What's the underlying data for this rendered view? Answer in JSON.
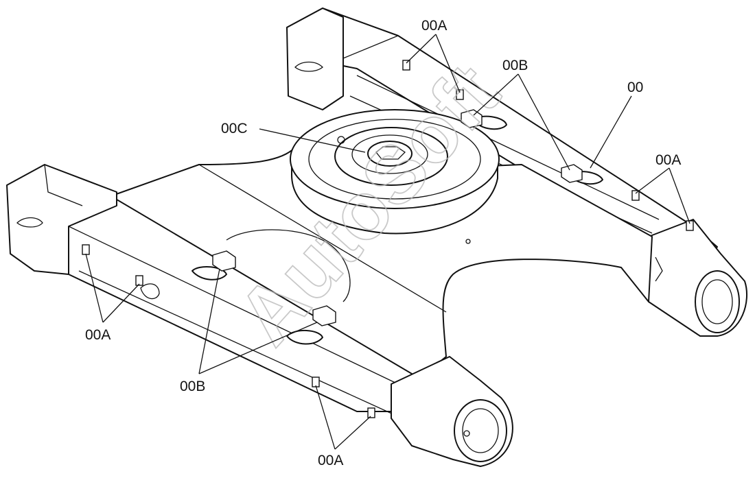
{
  "callouts": {
    "frame": "00",
    "bracket_a": "00A",
    "bracket_b": "00B",
    "swing_bearing": "00C"
  },
  "watermark": "AutoSoft"
}
